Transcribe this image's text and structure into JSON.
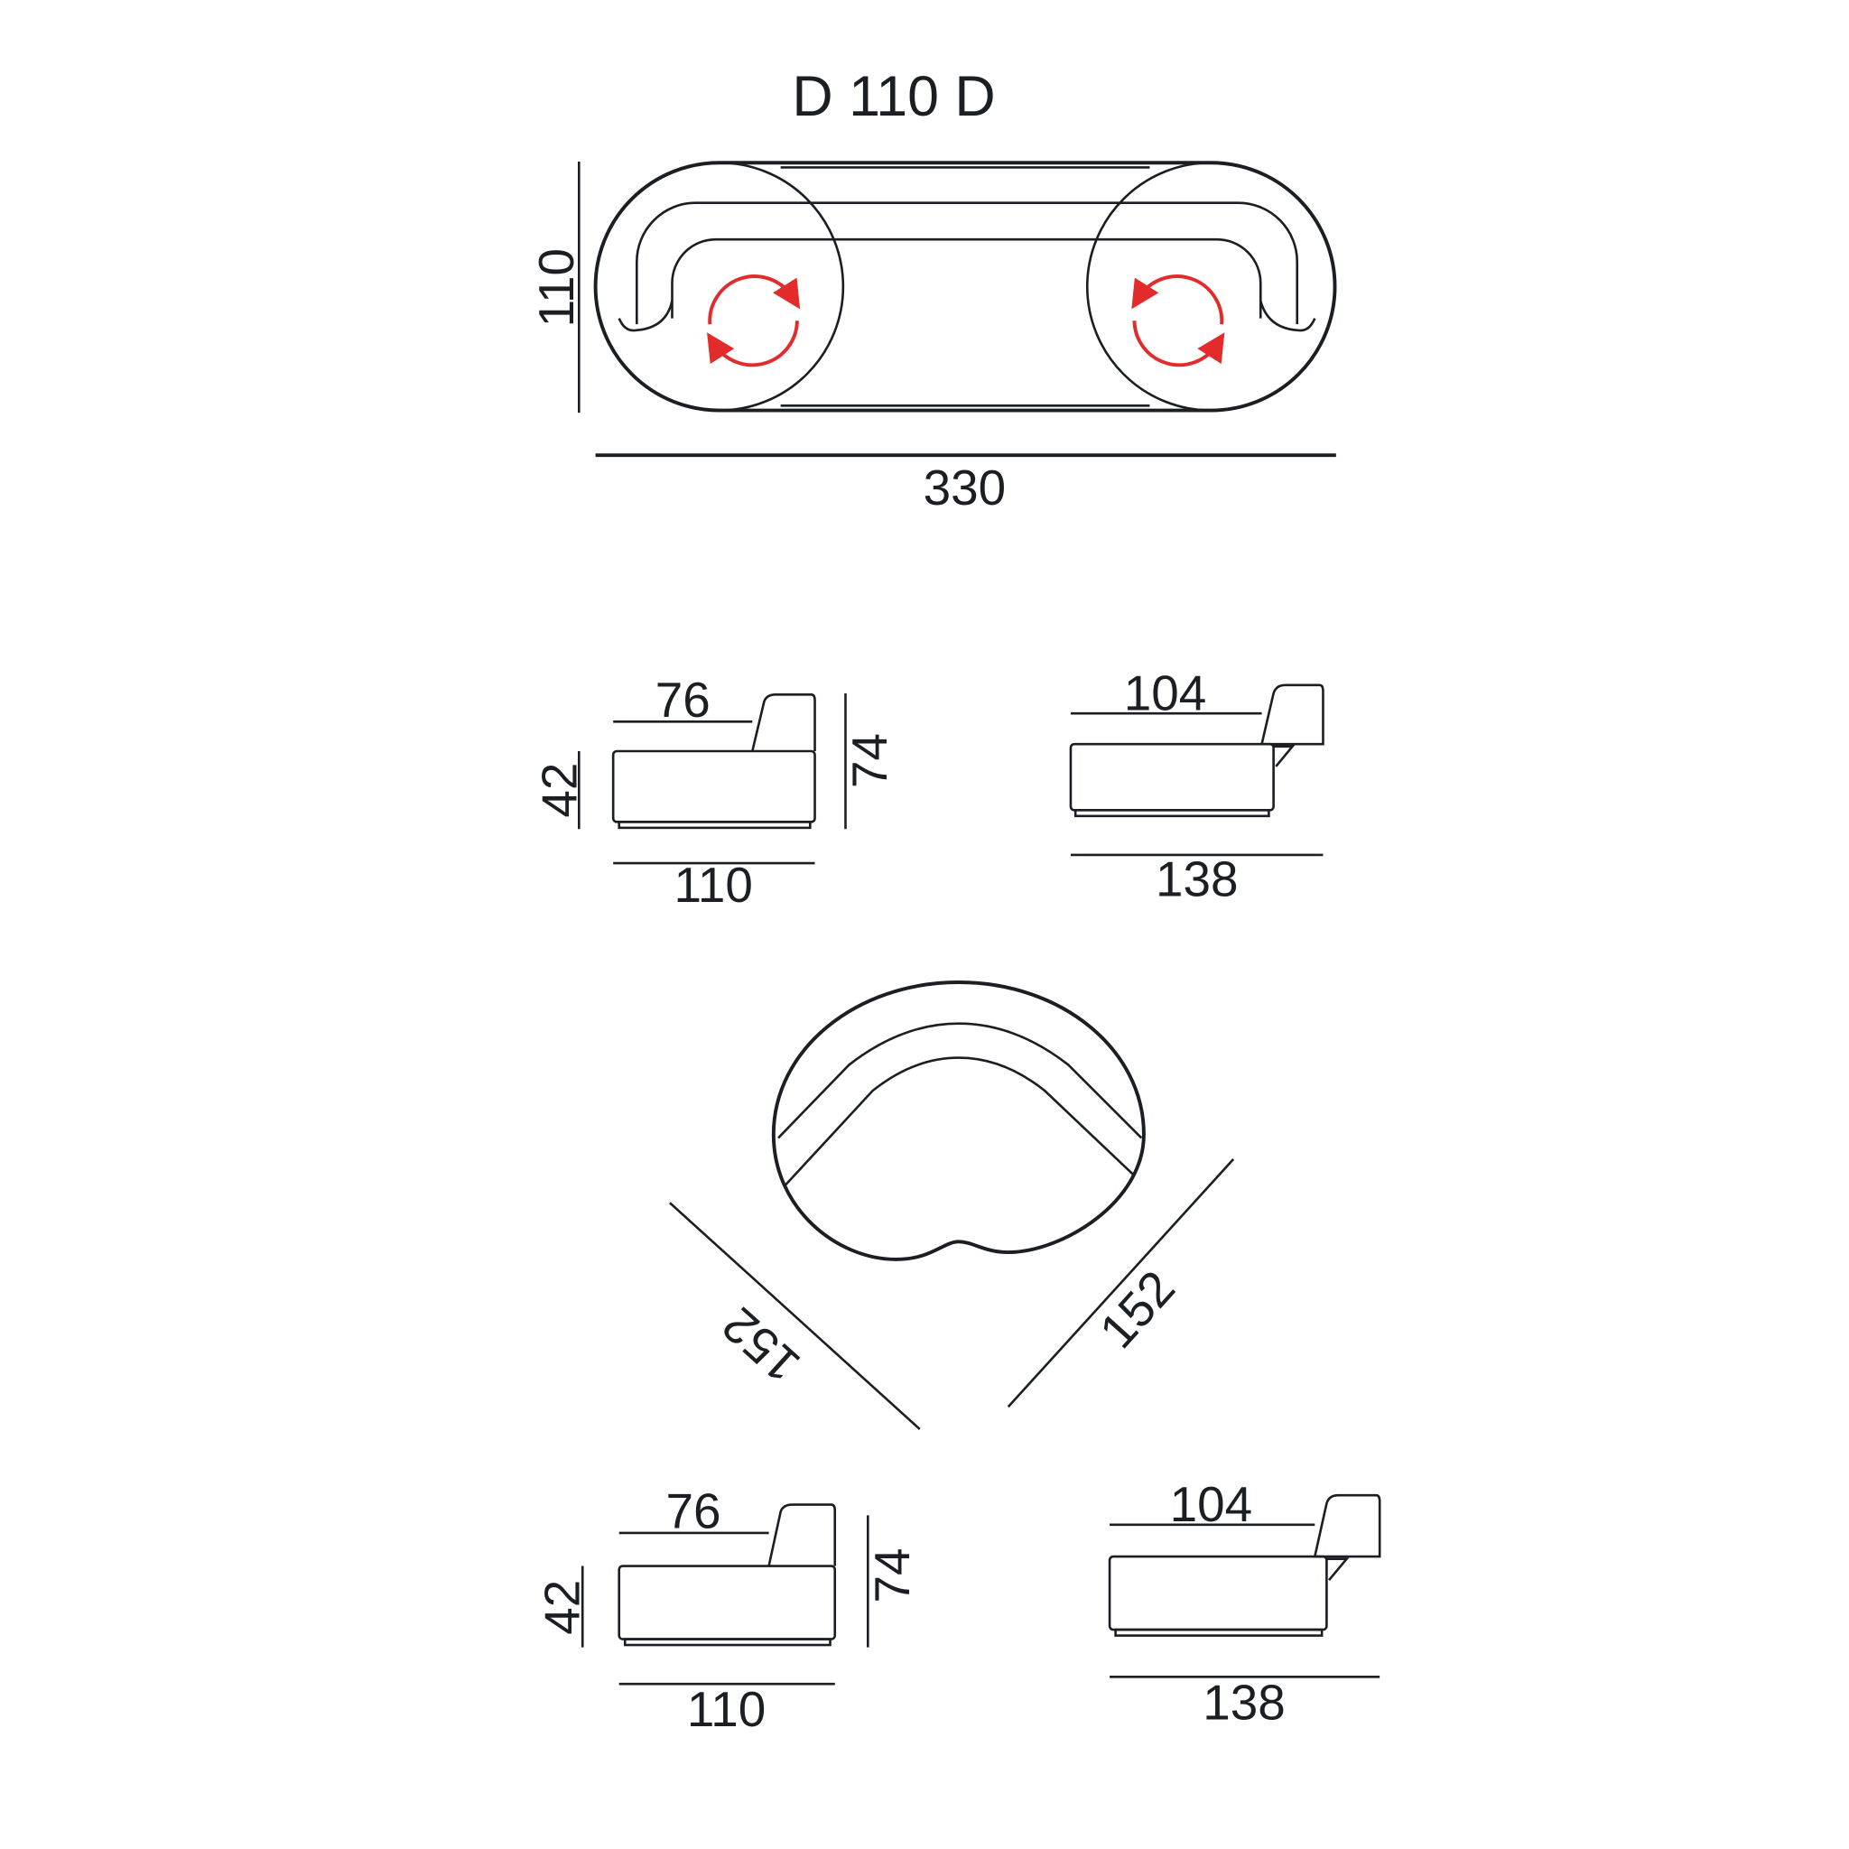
{
  "title": "D 110 D",
  "top_view": {
    "depth": "110",
    "width": "330"
  },
  "modules": [
    {
      "name": "module-a-upper",
      "seat_height": "42",
      "seat_depth": "76",
      "total_height": "74",
      "width": "110"
    },
    {
      "name": "module-b-upper",
      "seat_depth": "104",
      "width": "138"
    },
    {
      "name": "module-a-lower",
      "seat_height": "42",
      "seat_depth": "76",
      "total_height": "74",
      "width": "110"
    },
    {
      "name": "module-b-lower",
      "seat_depth": "104",
      "width": "138"
    }
  ],
  "corner": {
    "side_left": "152",
    "side_right": "152"
  },
  "colors": {
    "line": "#1b1f24",
    "rotation_arrow": "#e32b2b"
  }
}
